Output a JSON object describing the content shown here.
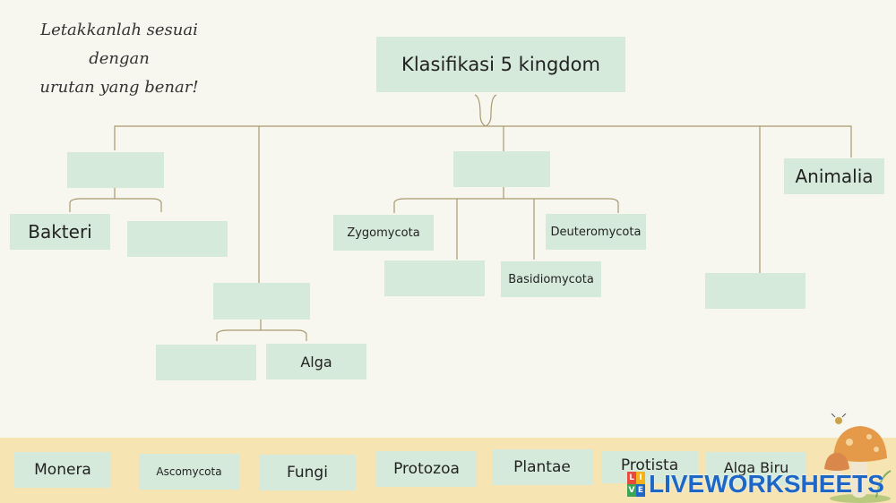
{
  "instruction": {
    "line1": "Letakkanlah sesuai dengan",
    "line2": "urutan yang benar!"
  },
  "tree": {
    "root": "Klasifikasi 5 kingdom",
    "nodes": {
      "bakteri": "Bakteri",
      "zygomycota": "Zygomycota",
      "deuteromycota": "Deuteromycota",
      "basidiomycota": "Basidiomycota",
      "alga": "Alga",
      "animalia": "Animalia"
    }
  },
  "answer_bank": {
    "items": [
      "Monera",
      "Ascomycota",
      "Fungi",
      "Protozoa",
      "Plantae",
      "Protista",
      "Alga Biru"
    ]
  },
  "branding": {
    "logo_text": "LIVEWORKSHEETS",
    "badge_letters": [
      "L",
      "I",
      "V",
      "E"
    ],
    "badge_colors": [
      "#e84b3c",
      "#f5b21b",
      "#3aa655",
      "#1f67c6"
    ]
  },
  "colors": {
    "background": "#f7f6ef",
    "box": "#d6eadb",
    "line": "#a89a6e",
    "bank": "#f6e4b2"
  }
}
